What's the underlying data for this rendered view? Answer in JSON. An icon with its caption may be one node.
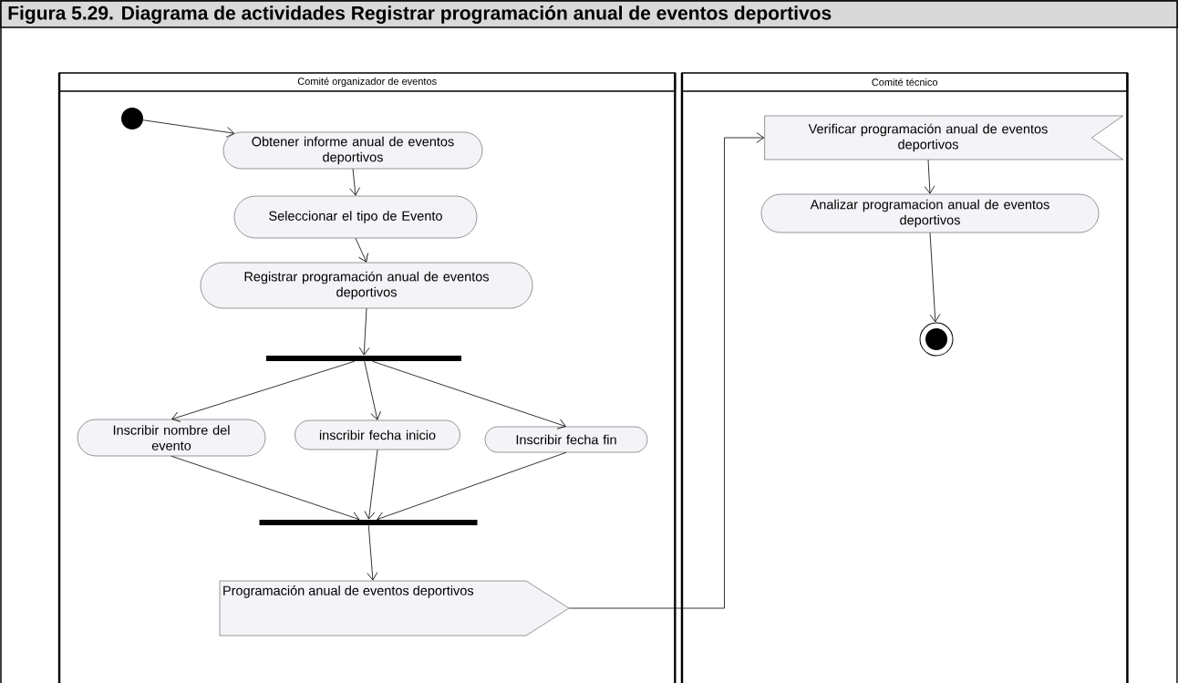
{
  "diagram": {
    "title": "Figura 5.29. Diagrama de actividades Registrar programación anual de eventos deportivos",
    "nodes": [
      {
        "text": [
          "Comité organizador de eventos"
        ]
      },
      {
        "text": [
          "Comité técnico"
        ]
      },
      {
        "text": [],
        "shape": "circle",
        "in": 0
      },
      {
        "text": [
          "Obtener informe anual de eventos deportivos"
        ],
        "in": 0
      },
      {
        "text": [
          "Seleccionar el tipo de Evento"
        ],
        "in": 0
      },
      {
        "text": [
          "Registrar programación anual de eventos deportivos"
        ],
        "in": 0
      },
      {
        "text": [],
        "shape": "bar",
        "in": 0
      },
      {
        "text": [
          "Inscribir nombre del evento"
        ],
        "in": 0
      },
      {
        "text": [
          "inscribir fecha inicio"
        ],
        "in": 0
      },
      {
        "text": [
          "Inscribir fecha fin"
        ],
        "in": 0
      },
      {
        "text": [],
        "shape": "bar",
        "in": 0
      },
      {
        "text": [
          "Programación anual de eventos deportivos"
        ],
        "in": 0
      },
      {
        "text": [
          "Verificar programación anual de eventos deportivos"
        ],
        "in": 1
      },
      {
        "text": [
          "Analizar programacion anual de eventos deportivos"
        ],
        "in": 1
      },
      {
        "text": [],
        "shape": "circle",
        "in": 1
      }
    ],
    "edges": [
      {
        "from": 2,
        "to": 3,
        "arrow": "to"
      },
      {
        "from": 3,
        "to": 4,
        "arrow": "to"
      },
      {
        "from": 4,
        "to": 5,
        "arrow": "to"
      },
      {
        "from": 5,
        "to": 6,
        "arrow": "to"
      },
      {
        "from": 6,
        "to": 7,
        "arrow": "to"
      },
      {
        "from": 6,
        "to": 8,
        "arrow": "to"
      },
      {
        "from": 6,
        "to": 9,
        "arrow": "to"
      },
      {
        "from": 7,
        "to": 10,
        "arrow": "to"
      },
      {
        "from": 8,
        "to": 10,
        "arrow": "to"
      },
      {
        "from": 9,
        "to": 10,
        "arrow": "to"
      },
      {
        "from": 10,
        "to": 11,
        "arrow": "to"
      },
      {
        "from": 11,
        "to": 12,
        "arrow": "to"
      },
      {
        "from": 12,
        "to": 13,
        "arrow": "to"
      },
      {
        "from": 13,
        "to": 14,
        "arrow": "to"
      }
    ]
  }
}
